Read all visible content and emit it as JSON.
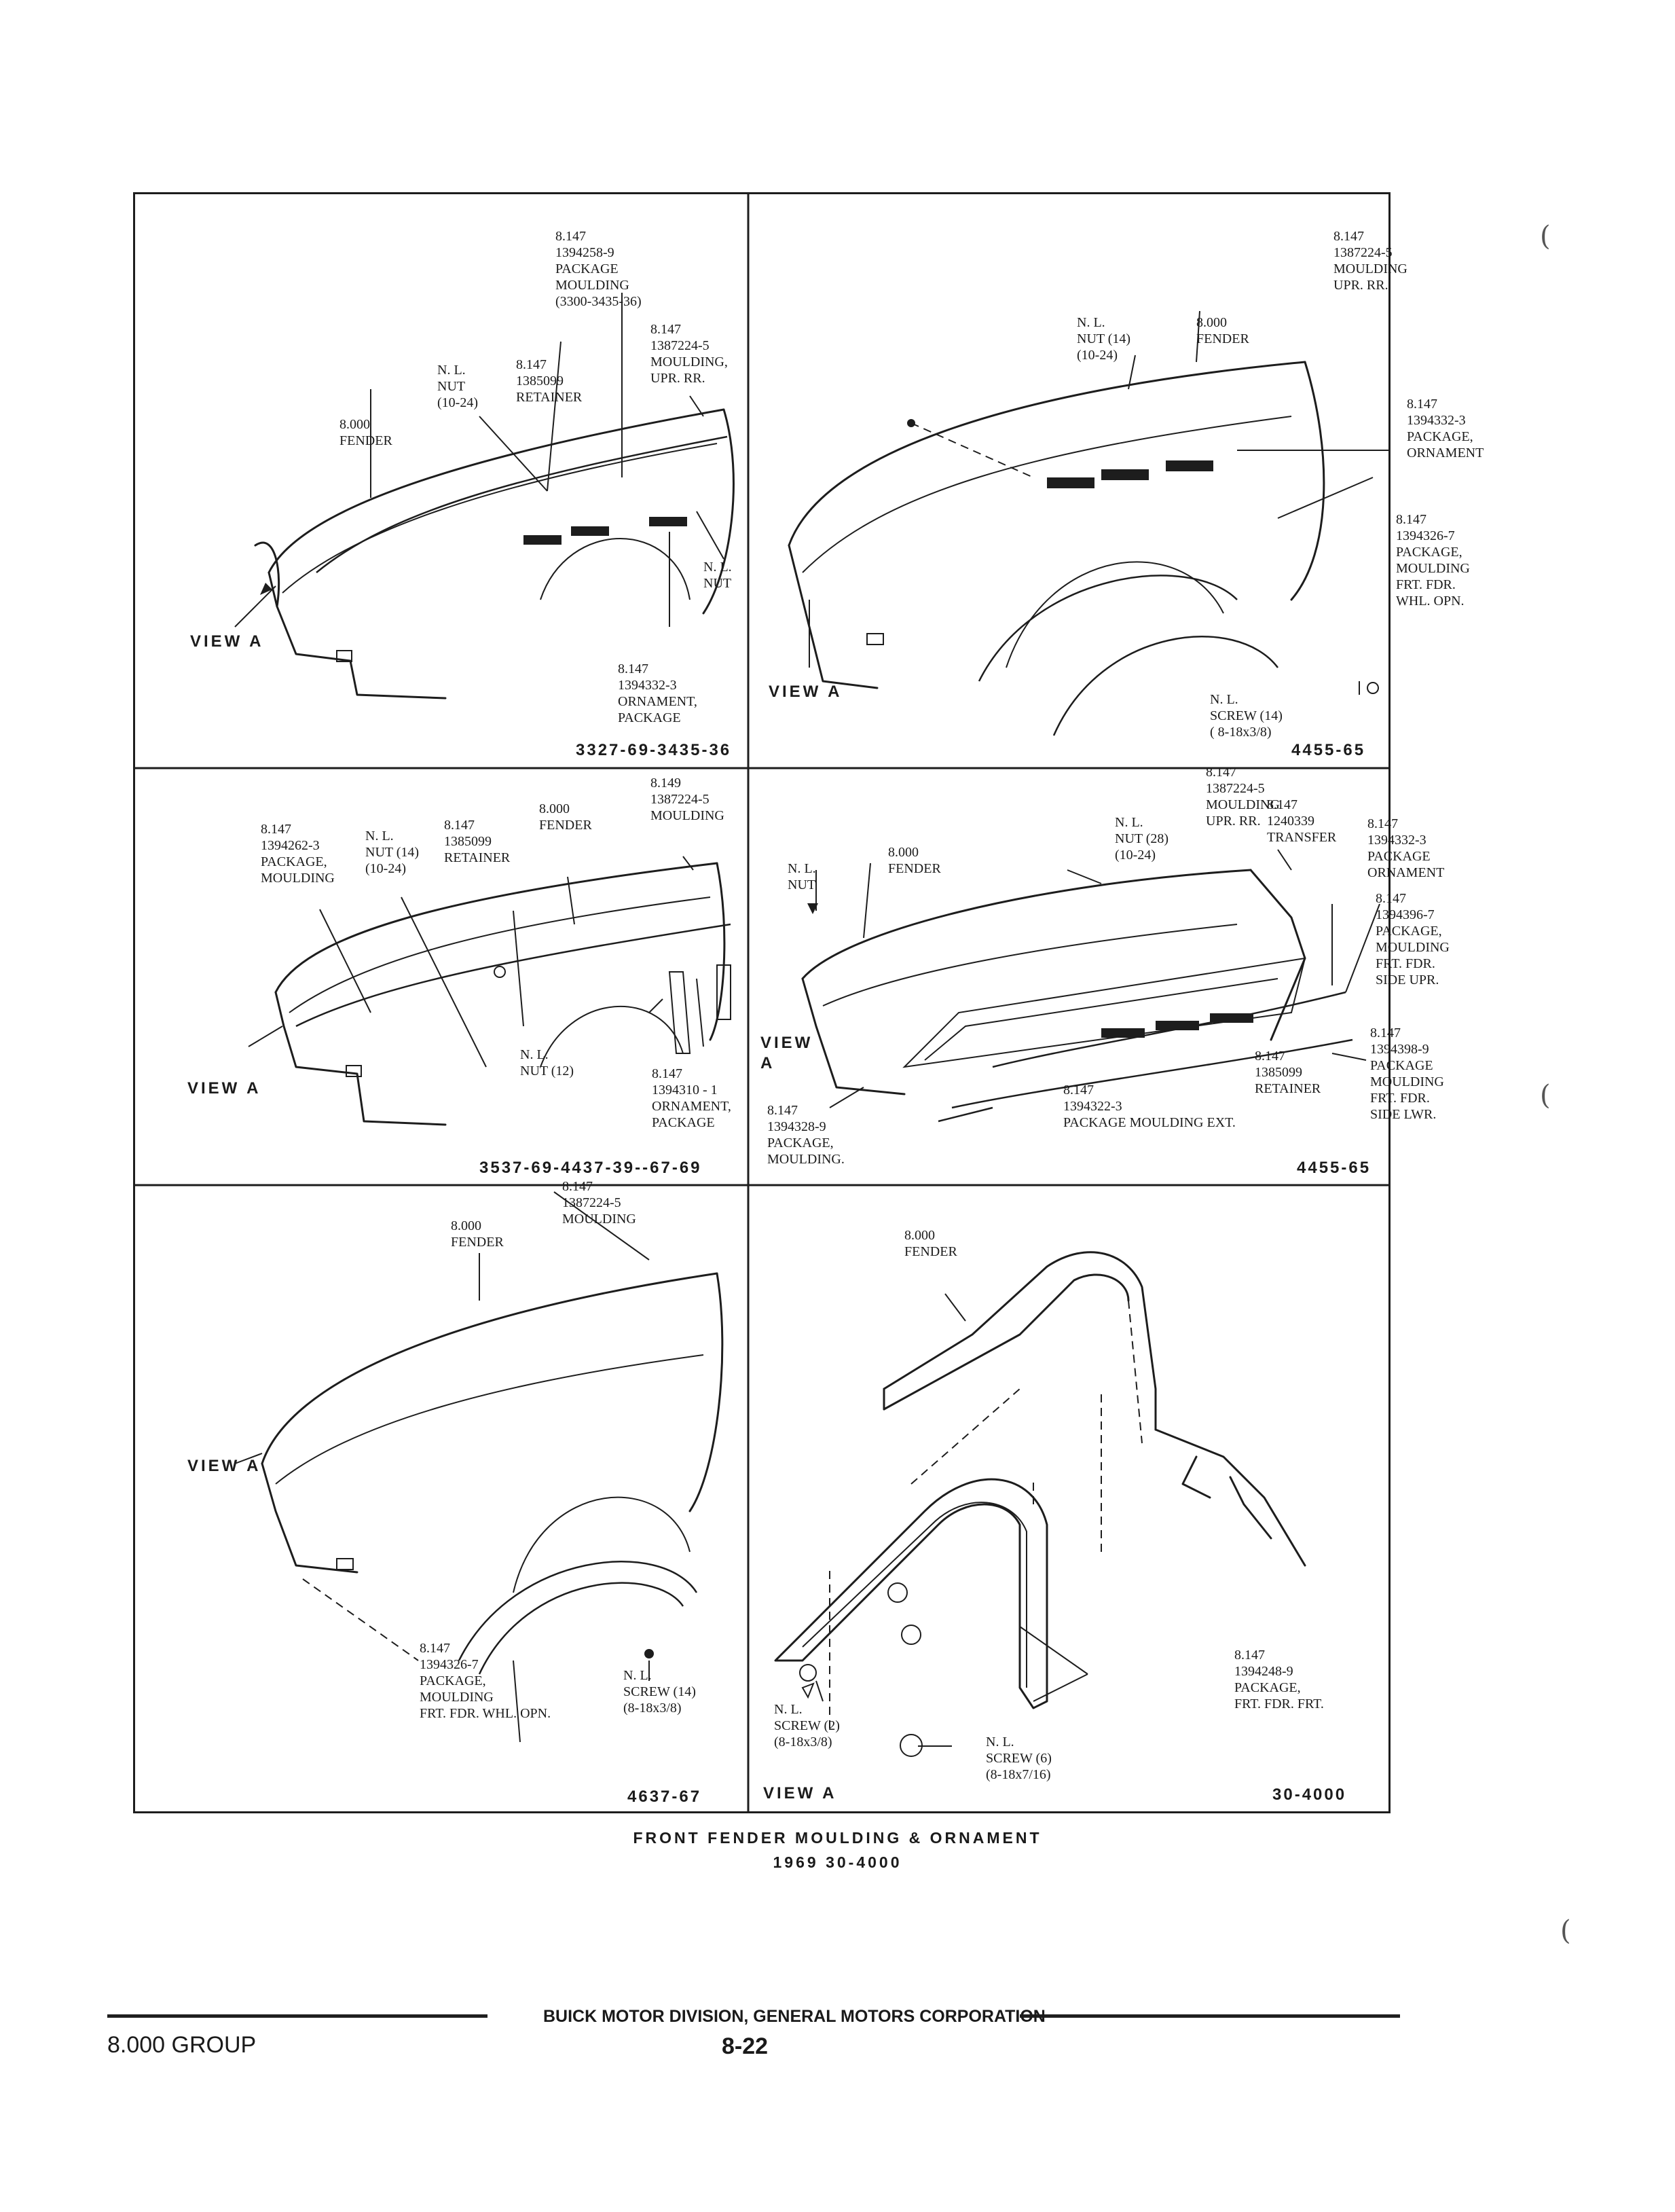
{
  "panels": {
    "p1": {
      "labels": [
        "8.147\n1394258-9\nPACKAGE\nMOULDING\n(3300-3435-36)",
        "8.147\n1387224-5\nMOULDING,\nUPR. RR.",
        "N. L.\nNUT\n(10-24)",
        "8.147\n1385099\nRETAINER",
        "8.000\nFENDER",
        "N. L.\nNUT",
        "8.147\n1394332-3\nORNAMENT,\nPACKAGE"
      ],
      "view": "VIEW  A",
      "caption": "3327-69-3435-36"
    },
    "p2": {
      "labels": [
        "8.147\n1387224-5\nMOULDING\nUPR. RR.",
        "N. L.\nNUT (14)\n(10-24)",
        "8.000\nFENDER",
        "8.147\n1394332-3\nPACKAGE,\nORNAMENT",
        "8.147\n1394326-7\nPACKAGE,\nMOULDING\nFRT. FDR.\nWHL. OPN.",
        "N. L.\nSCREW (14)\n( 8-18x3/8)"
      ],
      "view": "VIEW  A",
      "caption": "4455-65"
    },
    "p3": {
      "labels": [
        "8.149\n1387224-5\nMOULDING",
        "8.000\nFENDER",
        "8.147\n1385099\nRETAINER",
        "N. L.\nNUT (14)\n(10-24)",
        "8.147\n1394262-3\nPACKAGE,\nMOULDING",
        "N. L.\nNUT (12)",
        "8.147\n1394310 - 1\nORNAMENT,\nPACKAGE"
      ],
      "view": "VIEW  A",
      "caption": "3537-69-4437-39--67-69"
    },
    "p4": {
      "labels": [
        "8.147\n1387224-5\nMOULDING\nUPR. RR.",
        "8.147\n1240339\nTRANSFER",
        "8.147\n1394332-3\nPACKAGE\nORNAMENT",
        "N. L.\nNUT (28)\n(10-24)",
        "8.000\nFENDER",
        "N. L.\nNUT",
        "8.147\n1394396-7\nPACKAGE,\nMOULDING\nFRT. FDR.\nSIDE UPR.",
        "8.147\n1394398-9\nPACKAGE\nMOULDING\nFRT. FDR.\nSIDE LWR.",
        "8.147\n1385099\nRETAINER",
        "8.147\n1394322-3\nPACKAGE MOULDING EXT.",
        "8.147\n1394328-9\nPACKAGE,\nMOULDING."
      ],
      "view": "VIEW\nA",
      "caption": "4455-65"
    },
    "p5": {
      "labels": [
        "8.147\n1387224-5\nMOULDING",
        "8.000\nFENDER",
        "8.147\n1394326-7\nPACKAGE,\nMOULDING\nFRT. FDR. WHL. OPN.",
        "N. L.\nSCREW (14)\n(8-18x3/8)"
      ],
      "view": "VIEW  A",
      "caption": "4637-67"
    },
    "p6": {
      "labels": [
        "8.000\nFENDER",
        "8.147\n1394248-9\nPACKAGE,\nFRT. FDR. FRT.",
        "N. L.\nSCREW (2)\n(8-18x3/8)",
        "N. L.\nSCREW (6)\n(8-18x7/16)"
      ],
      "view": "VIEW  A",
      "caption": "30-4000"
    }
  },
  "caption": {
    "line1": "FRONT FENDER MOULDING  &  ORNAMENT",
    "line2": "1969 30-4000"
  },
  "footer": {
    "company": "BUICK MOTOR DIVISION, GENERAL MOTORS CORPORATION",
    "group": "8.000 GROUP",
    "page": "8-22"
  }
}
